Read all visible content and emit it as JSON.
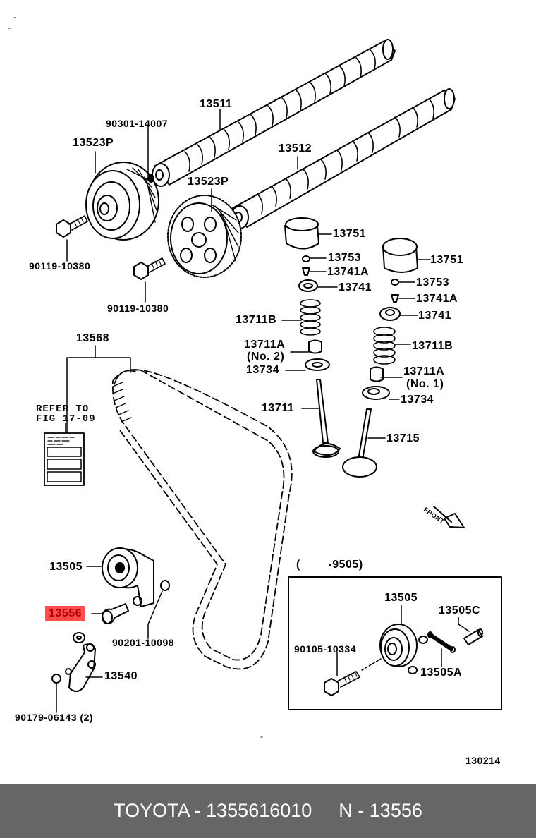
{
  "diagram": {
    "title": "Camshaft & Valve / Timing Belt Parts Diagram",
    "figure_number": "130214",
    "highlight_color": "#ff4d4d",
    "labels": {
      "camshaft_1": "13511",
      "camshaft_2": "13512",
      "pin": "90301-14007",
      "pulley_1": "13523P",
      "pulley_2": "13523P",
      "bolt_1": "90119-10380",
      "bolt_2": "90119-10380",
      "lifter_left": "13751",
      "shim_left": "13753",
      "retainer_lock_left": "13741A",
      "retainer_left": "13741",
      "spring_left": "13711B",
      "seal_left_num": "13711A",
      "seal_left_note": "(No. 2)",
      "spring_seat_left": "13734",
      "intake_valve": "13711",
      "lifter_right": "13751",
      "shim_right": "13753",
      "retainer_lock_right": "13741A",
      "retainer_right": "13741",
      "spring_right": "13711B",
      "seal_right_num": "13711A",
      "seal_right_note": "(No. 1)",
      "spring_seat_right": "13734",
      "exhaust_valve": "13715",
      "timing_belt": "13568",
      "refer_line1": "REFER TO",
      "refer_line2": "FIG 17-09",
      "idler": "13505",
      "highlighted_part": "13556",
      "nut": "90201-10098",
      "tensioner": "13540",
      "stud": "90179-06143 (2)",
      "inset_range": "(        -9505)",
      "inset_idler": "13505",
      "inset_pin": "13505C",
      "inset_bolt": "90105-10334",
      "inset_spring": "13505A",
      "front_arrow": "FRONT"
    }
  },
  "footer": {
    "brand_part": "TOYOTA - 1355616010",
    "ref_part": "N - 13556"
  }
}
